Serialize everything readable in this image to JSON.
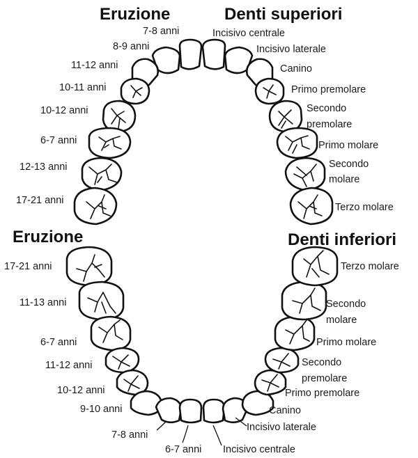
{
  "headings": {
    "eruption_upper": "Eruzione",
    "upper_teeth": "Denti superiori",
    "eruption_lower": "Eruzione",
    "lower_teeth": "Denti inferiori"
  },
  "upper": {
    "eruption_ages": [
      "7-8 anni",
      "8-9 anni",
      "11-12 anni",
      "10-11 anni",
      "10-12 anni",
      "6-7 anni",
      "12-13 anni",
      "17-21 anni"
    ],
    "tooth_names": [
      "Incisivo centrale",
      "Incisivo laterale",
      "Canino",
      "Primo premolare",
      "Secondo",
      "premolare",
      "Primo molare",
      "Secondo",
      "molare",
      "Terzo molare"
    ]
  },
  "lower": {
    "eruption_ages": [
      "17-21 anni",
      "11-13 anni",
      "6-7 anni",
      "11-12 anni",
      "10-12 anni",
      "9-10 anni",
      "7-8 anni",
      "6-7 anni"
    ],
    "tooth_names": [
      "Terzo molare",
      "Secondo",
      "molare",
      "Primo molare",
      "Secondo",
      "premolare",
      "Primo premolare",
      "Canino",
      "Incisivo laterale",
      "Incisivo centrale"
    ]
  },
  "colors": {
    "ink": "#111111",
    "background": "#ffffff"
  }
}
